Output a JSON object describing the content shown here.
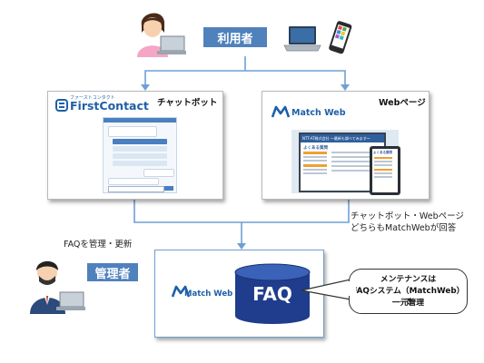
{
  "user_label": "利用者",
  "admin_label": "管理者",
  "chatbot": {
    "title": "チャットボット",
    "brand": "FirstContact",
    "brand_tagline": "ファーストコンタクト"
  },
  "webpage": {
    "title": "Webページ",
    "brand": "Match Web",
    "screen_banner": "NTT-AT株式会社 〜最新も調べてみます〜",
    "screen_heading": "よくある質問",
    "tablet_heading": "よくある質問"
  },
  "faq_caption_left": "FAQを管理・更新",
  "faq_caption_right": [
    "チャットボット・Webページ",
    "どちらもMatchWebが回答"
  ],
  "faq_box": {
    "brand": "Match Web",
    "db_label": "FAQ"
  },
  "callout": [
    "メンテナンスは",
    "FAQシステム（MatchWeb）で",
    "一元管理"
  ],
  "colors": {
    "label_blue": "#4f81bd",
    "db_blue": "#1f3d8c",
    "line_blue": "#6f9fd3",
    "brand_blue": "#1f5fa8"
  }
}
